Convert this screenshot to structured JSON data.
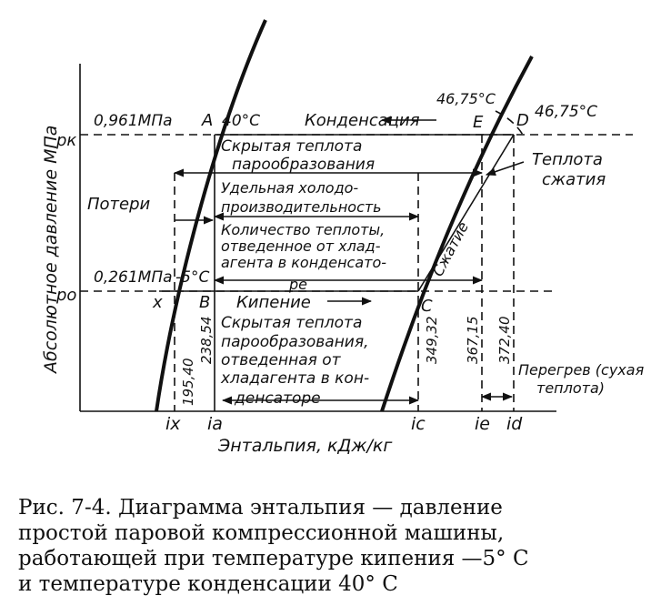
{
  "figure": {
    "axis_labels": {
      "y": "Абсолютное давление МПа",
      "x": "Энтальпия, кДж/кг",
      "pk": "pк",
      "po": "pо"
    },
    "pressures": {
      "high": "0,961МПа",
      "low": "0,261МПа"
    },
    "temperatures": {
      "condensing": "40°С",
      "boiling": "-5°С",
      "discharge_e": "46,75°С",
      "discharge_d": "46,75°С"
    },
    "points": {
      "a": "A",
      "b": "B",
      "c": "C",
      "d": "D",
      "e": "E",
      "x": "x"
    },
    "enthalpy_ticks": {
      "ix": "ix",
      "ia": "ia",
      "ic": "ic",
      "ie": "iе",
      "id": "id"
    },
    "enthalpy_values": {
      "v1": "195,40",
      "v2": "238,54",
      "v3": "349,32",
      "v4": "367,15",
      "v5": "372,40"
    },
    "annotations": {
      "condensation": "Конденсация",
      "latent_heat_1": "Скрытая теплота",
      "latent_heat_2": "парообразования",
      "losses": "Потери",
      "refrig_cap_1": "Удельная холодо-",
      "refrig_cap_2": "производительность",
      "heat_removed_1": "Количество теплоты,",
      "heat_removed_2": "отведенное от хлад-",
      "heat_removed_3": "агента в конденсато-",
      "heat_removed_4": "ре",
      "boiling": "Кипение",
      "latent_cond_1": "Скрытая теплота",
      "latent_cond_2": "парообразования,",
      "latent_cond_3": "отведенная от",
      "latent_cond_4": "хладагента в кон-",
      "latent_cond_5": "денсаторе",
      "compression_heat_1": "Теплота",
      "compression_heat_2": "сжатия",
      "compression": "Сжатие",
      "superheat_1": "Перегрев (сухая",
      "superheat_2": "теплота)"
    },
    "caption": {
      "line1": "Рис. 7-4. Диаграмма энтальпия — давление",
      "line2": "простой паровой компрессионной машины,",
      "line3": "работающей при температуре кипения —5° С",
      "line4": "и температуре конденсации 40° С"
    }
  }
}
